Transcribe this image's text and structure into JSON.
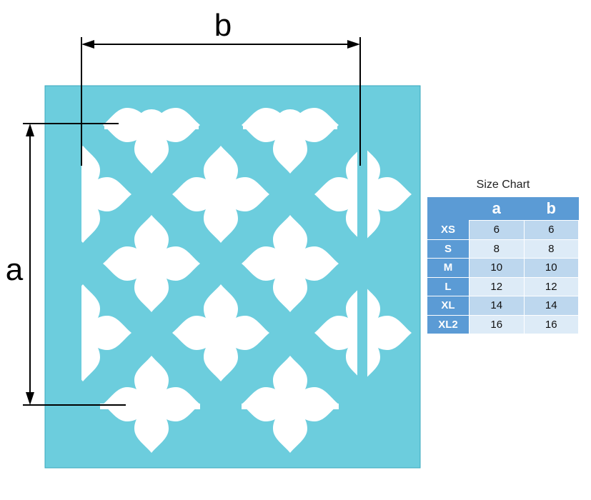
{
  "diagram": {
    "panel_color": "#6ccddd",
    "cutout_color": "#ffffff",
    "dimension_labels": {
      "width": "b",
      "height": "a"
    }
  },
  "size_chart": {
    "title": "Size Chart",
    "header_color": "#5b9bd5",
    "columns": [
      "",
      "a",
      "b"
    ],
    "rows": [
      {
        "size": "XS",
        "a": "6",
        "b": "6"
      },
      {
        "size": "S",
        "a": "8",
        "b": "8"
      },
      {
        "size": "M",
        "a": "10",
        "b": "10"
      },
      {
        "size": "L",
        "a": "12",
        "b": "12"
      },
      {
        "size": "XL",
        "a": "14",
        "b": "14"
      },
      {
        "size": "XL2",
        "a": "16",
        "b": "16"
      }
    ]
  }
}
